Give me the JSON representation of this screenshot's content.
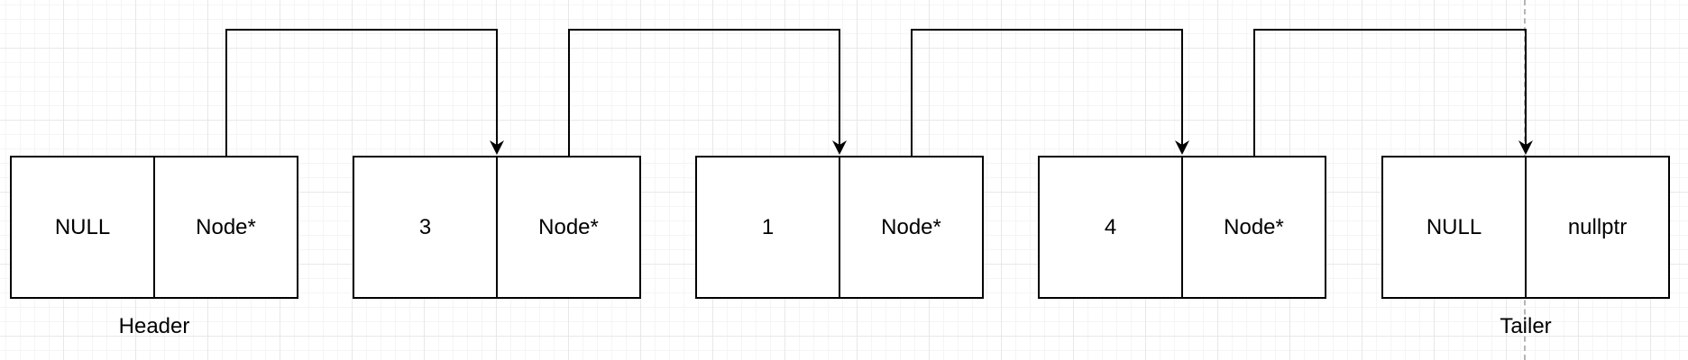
{
  "diagram": {
    "type": "linked-list",
    "nodes": [
      {
        "cells": [
          {
            "text": "NULL"
          },
          {
            "text": "Node*"
          }
        ],
        "caption": "Header"
      },
      {
        "cells": [
          {
            "text": "3"
          },
          {
            "text": "Node*"
          }
        ],
        "caption": ""
      },
      {
        "cells": [
          {
            "text": "1"
          },
          {
            "text": "Node*"
          }
        ],
        "caption": ""
      },
      {
        "cells": [
          {
            "text": "4"
          },
          {
            "text": "Node*"
          }
        ],
        "caption": ""
      },
      {
        "cells": [
          {
            "text": "NULL"
          },
          {
            "text": "nullptr"
          }
        ],
        "caption": "Tailer"
      }
    ],
    "connections": [
      {
        "from": 0,
        "to": 1
      },
      {
        "from": 1,
        "to": 2
      },
      {
        "from": 2,
        "to": 3
      },
      {
        "from": 3,
        "to": 4
      }
    ],
    "colors": {
      "stroke": "#000000",
      "node_fill": "#ffffff",
      "grid_minor": "#f5f5f5",
      "grid_major": "#e8e8e8",
      "page_break": "#b5b5b5",
      "background": "#ffffff"
    }
  }
}
